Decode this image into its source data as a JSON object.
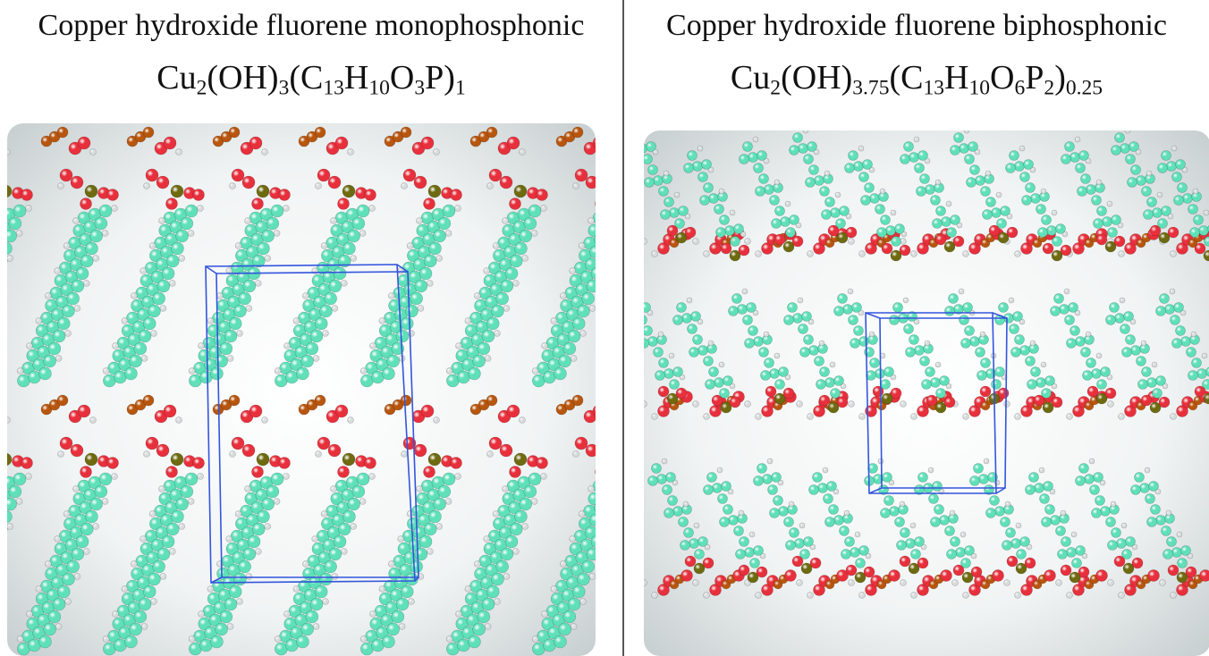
{
  "panels": [
    {
      "name": "Copper hydroxide fluorene monophosphonic",
      "formula_parts": [
        "Cu",
        "2",
        "(OH)",
        "3",
        "(C",
        "13",
        "H",
        "10",
        "O",
        "3",
        "P)",
        "1"
      ]
    },
    {
      "name": "Copper hydroxide fluorene biphosphonic",
      "formula_parts": [
        "Cu",
        "2",
        "(OH)",
        "3.75",
        "(C",
        "13",
        "H",
        "10",
        "O",
        "6",
        "P",
        "2",
        ")",
        "0.25"
      ]
    }
  ],
  "colors": {
    "carbon": "#5fe0b8",
    "oxygen": "#e8303c",
    "copper": "#b8560e",
    "phosphorus": "#6e6a10",
    "hydrogen": "#d8dcdc",
    "unit_cell": "#3355dd",
    "background_center": "#ffffff",
    "background_edge": "#c8cfd0"
  }
}
